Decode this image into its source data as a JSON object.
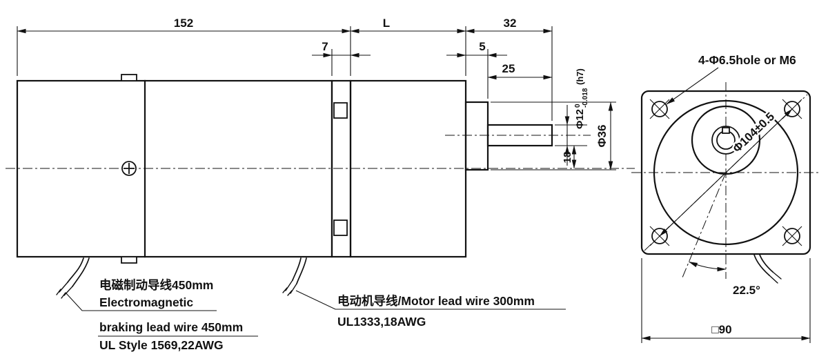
{
  "side_view": {
    "dims": {
      "body_length": "152",
      "gearbox_length": "L",
      "shaft_section_length": "32",
      "plate_thickness": "7",
      "boss_length": "5",
      "shaft_length": "25",
      "shaft_diameter": "Φ12",
      "shaft_tol_upper": "0",
      "shaft_tol_lower": "-0.018",
      "shaft_fit": "(h7)",
      "boss_diameter": "Φ36",
      "shaft_offset": "18"
    },
    "labels": {
      "brake_wire_cn": "电磁制动导线450mm",
      "brake_wire_en_line1": "Electromagnetic",
      "brake_wire_en_line2": "braking lead wire 450mm",
      "brake_wire_spec": "UL Style 1569,22AWG",
      "motor_wire": "电动机导线/Motor lead wire 300mm",
      "motor_wire_spec": "UL1333,18AWG"
    }
  },
  "front_view": {
    "mounting_holes": "4-Φ6.5hole or M6",
    "pitch_circle_diameter": "Φ104±0.5",
    "hole_angle": "22.5°",
    "flange_size": "□90"
  }
}
